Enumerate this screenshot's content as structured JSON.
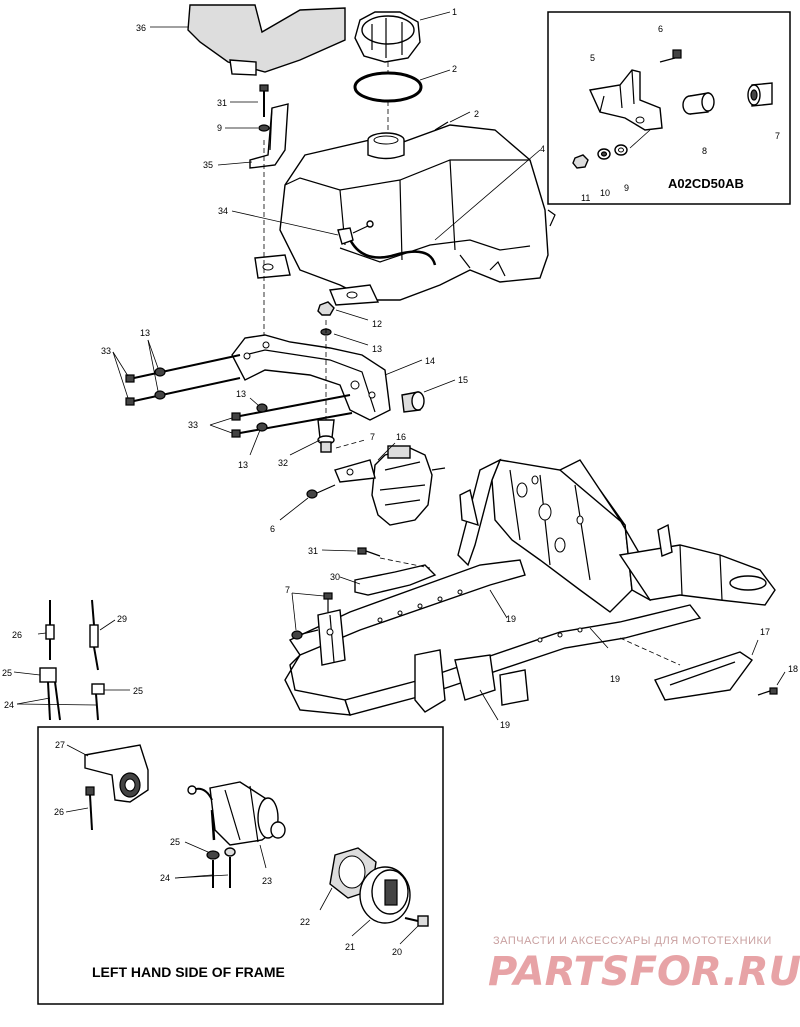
{
  "callouts": [
    {
      "id": "c1",
      "text": "1"
    },
    {
      "id": "c2a",
      "text": "2"
    },
    {
      "id": "c2b",
      "text": "2"
    },
    {
      "id": "c4",
      "text": "4"
    },
    {
      "id": "c5",
      "text": "5"
    },
    {
      "id": "c6a",
      "text": "6"
    },
    {
      "id": "c6b",
      "text": "6"
    },
    {
      "id": "c7a",
      "text": "7"
    },
    {
      "id": "c7b",
      "text": "7"
    },
    {
      "id": "c7c",
      "text": "7"
    },
    {
      "id": "c8",
      "text": "8"
    },
    {
      "id": "c9a",
      "text": "9"
    },
    {
      "id": "c9b",
      "text": "9"
    },
    {
      "id": "c10",
      "text": "10"
    },
    {
      "id": "c11",
      "text": "11"
    },
    {
      "id": "c12",
      "text": "12"
    },
    {
      "id": "c13a",
      "text": "13"
    },
    {
      "id": "c13b",
      "text": "13"
    },
    {
      "id": "c13c",
      "text": "13"
    },
    {
      "id": "c13d",
      "text": "13"
    },
    {
      "id": "c14",
      "text": "14"
    },
    {
      "id": "c15",
      "text": "15"
    },
    {
      "id": "c16",
      "text": "16"
    },
    {
      "id": "c17",
      "text": "17"
    },
    {
      "id": "c18",
      "text": "18"
    },
    {
      "id": "c19a",
      "text": "19"
    },
    {
      "id": "c19b",
      "text": "19"
    },
    {
      "id": "c19c",
      "text": "19"
    },
    {
      "id": "c20",
      "text": "20"
    },
    {
      "id": "c21",
      "text": "21"
    },
    {
      "id": "c22",
      "text": "22"
    },
    {
      "id": "c23",
      "text": "23"
    },
    {
      "id": "c24a",
      "text": "24"
    },
    {
      "id": "c24b",
      "text": "24"
    },
    {
      "id": "c25a",
      "text": "25"
    },
    {
      "id": "c25b",
      "text": "25"
    },
    {
      "id": "c25c",
      "text": "25"
    },
    {
      "id": "c26a",
      "text": "26"
    },
    {
      "id": "c26b",
      "text": "26"
    },
    {
      "id": "c27",
      "text": "27"
    },
    {
      "id": "c29",
      "text": "29"
    },
    {
      "id": "c30",
      "text": "30"
    },
    {
      "id": "c31a",
      "text": "31"
    },
    {
      "id": "c31b",
      "text": "31"
    },
    {
      "id": "c32",
      "text": "32"
    },
    {
      "id": "c33a",
      "text": "33"
    },
    {
      "id": "c33b",
      "text": "33"
    },
    {
      "id": "c34",
      "text": "34"
    },
    {
      "id": "c35",
      "text": "35"
    },
    {
      "id": "c36",
      "text": "36"
    }
  ],
  "inset": {
    "code": "A02CD50AB"
  },
  "left_inset": {
    "caption": "LEFT HAND SIDE OF FRAME"
  },
  "watermark": {
    "line1": "ЗАПЧАСТИ И АКСЕССУАРЫ ДЛЯ МОТОТЕХНИКИ",
    "line2": "PARTSFOR.RU",
    "color": "#e7a3a6"
  }
}
